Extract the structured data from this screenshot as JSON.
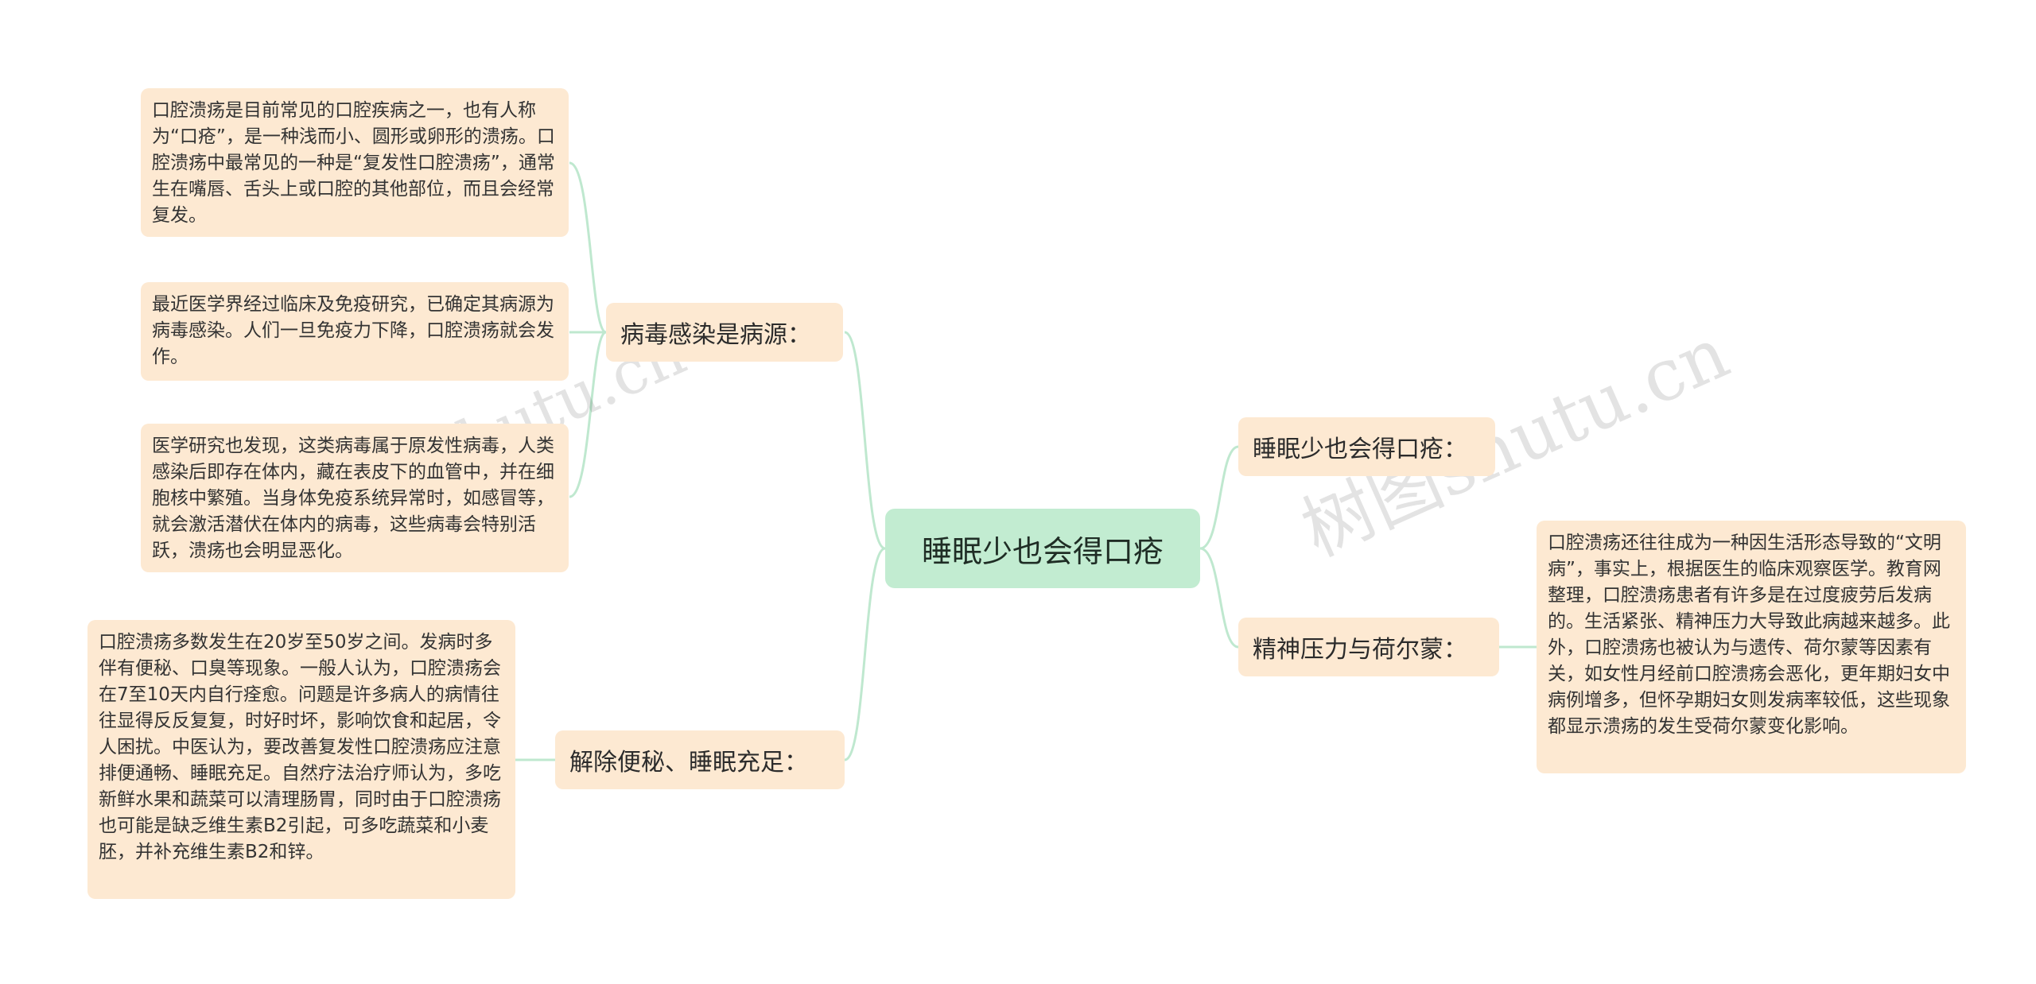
{
  "root": {
    "label": "睡眠少也会得口疮"
  },
  "branches": {
    "virus": {
      "label": "病毒感染是病源：",
      "texts": [
        "口腔溃疡是目前常见的口腔疾病之一，也有人称为“口疮”，是一种浅而小、圆形或卵形的溃疡。口腔溃疡中最常见的一种是“复发性口腔溃疡”，通常生在嘴唇、舌头上或口腔的其他部位，而且会经常复发。",
        "最近医学界经过临床及免疫研究，已确定其病源为病毒感染。人们一旦免疫力下降，口腔溃疡就会发作。",
        "医学研究也发现，这类病毒属于原发性病毒，人类感染后即存在体内，藏在表皮下的血管中，并在细胞核中繁殖。当身体免疫系统异常时，如感冒等，就会激活潜伏在体内的病毒，这些病毒会特别活跃，溃疡也会明显恶化。"
      ]
    },
    "constipation": {
      "label": "解除便秘、睡眠充足：",
      "texts": [
        "口腔溃疡多数发生在20岁至50岁之间。发病时多伴有便秘、口臭等现象。一般人认为，口腔溃疡会在7至10天内自行痊愈。问题是许多病人的病情往往显得反反复复，时好时坏，影响饮食和起居，令人困扰。中医认为，要改善复发性口腔溃疡应注意排便通畅、睡眠充足。自然疗法治疗师认为，多吃新鲜水果和蔬菜可以清理肠胃，同时由于口腔溃疡也可能是缺乏维生素B2引起，可多吃蔬菜和小麦胚，并补充维生素B2和锌。"
      ]
    },
    "sleep": {
      "label": "睡眠少也会得口疮："
    },
    "stress": {
      "label": "精神压力与荷尔蒙：",
      "texts": [
        "口腔溃疡还往往成为一种因生活形态导致的“文明病”，事实上，根据医生的临床观察医学。教育网整理，口腔溃疡患者有许多是在过度疲劳后发病的。生活紧张、精神压力大导致此病越来越多。此外，口腔溃疡也被认为与遗传、荷尔蒙等因素有关，如女性月经前口腔溃疡会恶化，更年期妇女中病例增多，但怀孕期妇女则发病率较低，这些现象都显示溃疡的发生受荷尔蒙变化影响。"
      ]
    }
  },
  "watermarks": [
    "树图shutu.cn",
    "树图shutu.cn"
  ],
  "colors": {
    "root_fill": "#c2ecd1",
    "node_fill": "#fde9d2",
    "connector": "#bfe8cf",
    "background": "#ffffff"
  }
}
